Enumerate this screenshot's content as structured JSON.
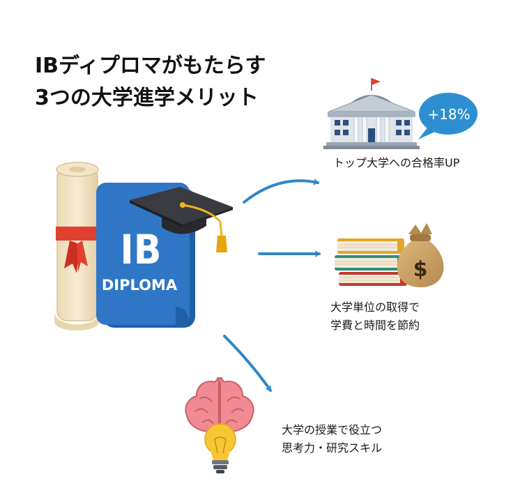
{
  "title": {
    "line1": "IBディプロマがもたらす",
    "line2": "3つの大学進学メリット"
  },
  "diploma": {
    "ib_text": "IB",
    "diploma_text": "DIPLOMA"
  },
  "benefits": [
    {
      "label": "トップ大学への合格率UP",
      "badge": "+18%"
    },
    {
      "label_line1": "大学単位の取得で",
      "label_line2": "学費と時間を節約",
      "money_symbol": "$"
    },
    {
      "label_line1": "大学の授業で役立つ",
      "label_line2": "思考力・研究スキル"
    }
  ],
  "colors": {
    "diploma_blue": "#2f77c6",
    "arrow_blue": "#2f86c8",
    "badge_blue": "#2d8fd0",
    "ribbon_red": "#e2402e",
    "tassel_gold": "#f2b51b",
    "money_bag": "#c9a064",
    "bulb_yellow": "#f7c733",
    "brain_pink": "#f08a93"
  },
  "icons": [
    "graduation-cap-icon",
    "diploma-scroll-icon",
    "university-building-icon",
    "speech-bubble-icon",
    "books-stack-icon",
    "money-bag-icon",
    "brain-icon",
    "lightbulb-icon",
    "arrow-icon"
  ]
}
